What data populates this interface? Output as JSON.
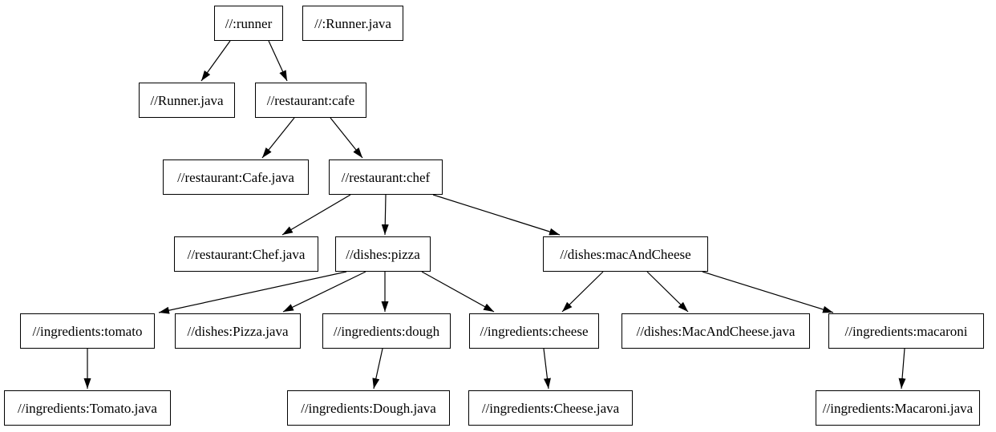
{
  "diagram": {
    "type": "dependency-graph",
    "colors": {
      "background": "#ffffff",
      "node_fill": "#ffffff",
      "node_border": "#000000",
      "text": "#000000",
      "edge": "#000000"
    },
    "nodes": [
      {
        "id": "runner",
        "label": "//:runner"
      },
      {
        "id": "runner_java_root",
        "label": "//:Runner.java"
      },
      {
        "id": "runner_java",
        "label": "//Runner.java"
      },
      {
        "id": "cafe",
        "label": "//restaurant:cafe"
      },
      {
        "id": "cafe_java",
        "label": "//restaurant:Cafe.java"
      },
      {
        "id": "chef",
        "label": "//restaurant:chef"
      },
      {
        "id": "chef_java",
        "label": "//restaurant:Chef.java"
      },
      {
        "id": "pizza",
        "label": "//dishes:pizza"
      },
      {
        "id": "mac_and_cheese",
        "label": "//dishes:macAndCheese"
      },
      {
        "id": "tomato",
        "label": "//ingredients:tomato"
      },
      {
        "id": "pizza_java",
        "label": "//dishes:Pizza.java"
      },
      {
        "id": "dough",
        "label": "//ingredients:dough"
      },
      {
        "id": "cheese",
        "label": "//ingredients:cheese"
      },
      {
        "id": "mac_and_cheese_java",
        "label": "//dishes:MacAndCheese.java"
      },
      {
        "id": "macaroni",
        "label": "//ingredients:macaroni"
      },
      {
        "id": "tomato_java",
        "label": "//ingredients:Tomato.java"
      },
      {
        "id": "dough_java",
        "label": "//ingredients:Dough.java"
      },
      {
        "id": "cheese_java",
        "label": "//ingredients:Cheese.java"
      },
      {
        "id": "macaroni_java",
        "label": "//ingredients:Macaroni.java"
      }
    ],
    "edges": [
      {
        "from": "runner",
        "to": "runner_java"
      },
      {
        "from": "runner",
        "to": "cafe"
      },
      {
        "from": "cafe",
        "to": "cafe_java"
      },
      {
        "from": "cafe",
        "to": "chef"
      },
      {
        "from": "chef",
        "to": "chef_java"
      },
      {
        "from": "chef",
        "to": "pizza"
      },
      {
        "from": "chef",
        "to": "mac_and_cheese"
      },
      {
        "from": "pizza",
        "to": "tomato"
      },
      {
        "from": "pizza",
        "to": "pizza_java"
      },
      {
        "from": "pizza",
        "to": "dough"
      },
      {
        "from": "pizza",
        "to": "cheese"
      },
      {
        "from": "mac_and_cheese",
        "to": "cheese"
      },
      {
        "from": "mac_and_cheese",
        "to": "mac_and_cheese_java"
      },
      {
        "from": "mac_and_cheese",
        "to": "macaroni"
      },
      {
        "from": "tomato",
        "to": "tomato_java"
      },
      {
        "from": "dough",
        "to": "dough_java"
      },
      {
        "from": "cheese",
        "to": "cheese_java"
      },
      {
        "from": "macaroni",
        "to": "macaroni_java"
      }
    ]
  }
}
